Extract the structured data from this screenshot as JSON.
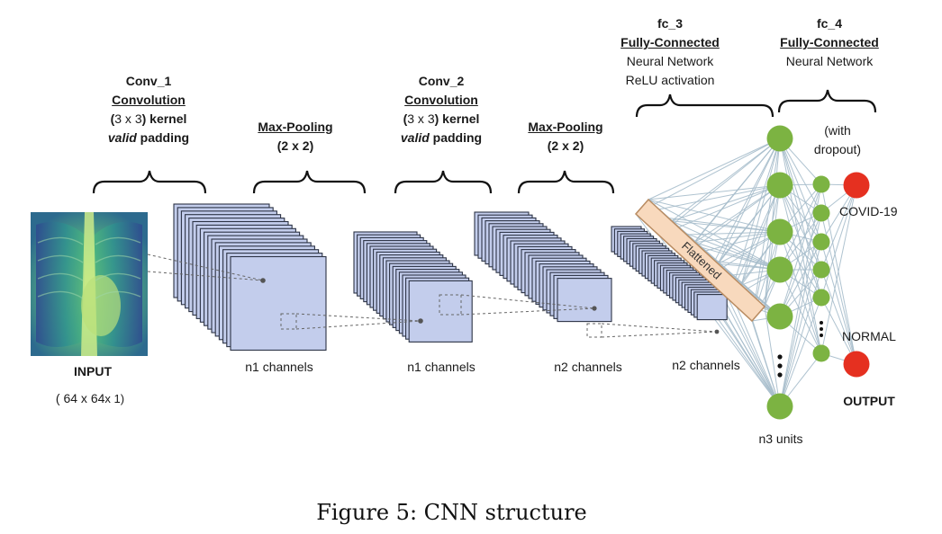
{
  "conv1": {
    "name": "Conv_1",
    "type": "Convolution",
    "kernel_a": "(",
    "kernel_b": "3 x 3",
    "kernel_c": ") kernel",
    "padding_italic": "valid",
    "padding_rest": " padding"
  },
  "pool1": {
    "name": "Max-Pooling",
    "size": "(2 x 2)"
  },
  "conv2": {
    "name": "Conv_2",
    "type": "Convolution",
    "kernel_a": "(",
    "kernel_b": "3 x 3",
    "kernel_c": ") kernel",
    "padding_italic": "valid",
    "padding_rest": " padding"
  },
  "pool2": {
    "name": "Max-Pooling",
    "size": "(2 x 2)"
  },
  "fc3": {
    "name": "fc_3",
    "type": "Fully-Connected",
    "line1": "Neural Network",
    "line2": "ReLU activation"
  },
  "fc4": {
    "name": "fc_4",
    "type": "Fully-Connected",
    "line1": "Neural Network"
  },
  "dropout": {
    "line1": "(with",
    "line2": "dropout)"
  },
  "input": {
    "title": "INPUT",
    "shape_a": "( 64 x 64",
    "shape_b": "x 1)"
  },
  "channels": [
    "n1 channels",
    "n1 channels",
    "n2 channels",
    "n2 channels"
  ],
  "flattened": "Flattened",
  "output": {
    "title": "OUTPUT",
    "class_top": "COVID-19",
    "class_bottom": "NORMAL"
  },
  "units": "n3 units",
  "caption": "Figure 5: CNN structure",
  "colors": {
    "feature_map_fill": "#c3cdec",
    "feature_map_edge": "#2c3345",
    "neuron_green": "#7cb342",
    "output_red": "#e53020",
    "flatten_fill": "#f8d9bd",
    "flatten_edge": "#b98c62",
    "connection_line": "#a6bccb",
    "xray_mid": "#37a98a",
    "xray_light": "#c2ec6c",
    "xray_dark": "#2d3d86"
  },
  "icons": {
    "input_image": "chest-xray-image",
    "ellipsis": "vertical-ellipsis"
  }
}
